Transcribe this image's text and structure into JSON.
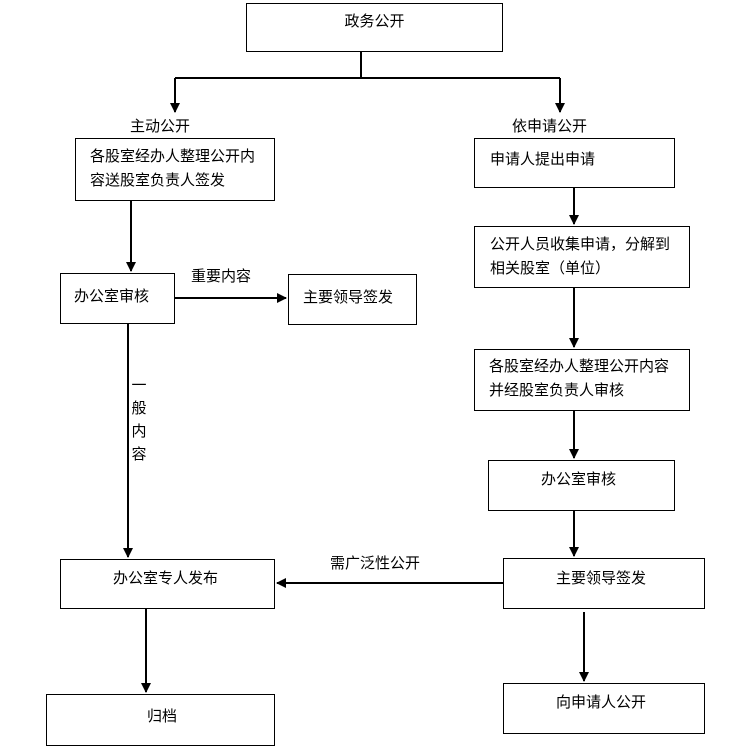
{
  "nodes": {
    "root": "政务公开",
    "active_step1": "各股室经办人整理公开内容送股室负责人签发",
    "office_review_left": "办公室审核",
    "leader_sign_left": "主要领导签发",
    "publish": "办公室专人发布",
    "archive": "归档",
    "apply_submit": "申请人提出申请",
    "collect_split": "公开人员收集申请，分解到相关股室（单位）",
    "organize_review": "各股室经办人整理公开内容并经股室负责人审核",
    "office_review_right": "办公室审核",
    "leader_sign_right": "主要领导签发",
    "disclose_to_applicant": "向申请人公开"
  },
  "labels": {
    "branch_active": "主动公开",
    "branch_apply": "依申请公开",
    "important_content": "重要内容",
    "general_content": "一般内容",
    "widely_public": "需广泛性公开"
  }
}
